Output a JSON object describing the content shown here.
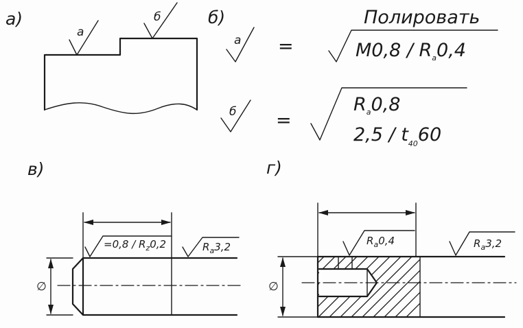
{
  "panels": {
    "a": "а)",
    "b": "б)",
    "v": "в)",
    "g": "г)"
  },
  "part_a": {
    "mark_a": "а",
    "mark_b": "б"
  },
  "part_b": {
    "sign_a": "а",
    "sign_b": "б",
    "equals_a": "=",
    "equals_b": "=",
    "method": "Полировать",
    "line_a": {
      "prefix": "M0,8 / R",
      "sub": "a",
      "value": "0,4"
    },
    "line_b1": {
      "prefix": "R",
      "sub": "a",
      "value": "0,8"
    },
    "line_b2": {
      "prefix": "2,5 / t",
      "sub": "40",
      "value": "60"
    }
  },
  "part_v": {
    "roughness_left": {
      "prefix": "=0,8 / R",
      "sub": "z",
      "value": "0,2"
    },
    "roughness_right": {
      "prefix": "R",
      "sub": "a",
      "value": "3,2"
    },
    "diameter_symbol": "∅"
  },
  "part_g": {
    "roughness_left": {
      "prefix": "R",
      "sub": "a",
      "value": "0,4"
    },
    "roughness_right": {
      "prefix": "R",
      "sub": "a",
      "value": "3,2"
    },
    "diameter_symbol": "∅"
  },
  "colors": {
    "ink": "#1a1a1a",
    "paper": "#fdfdfd"
  }
}
